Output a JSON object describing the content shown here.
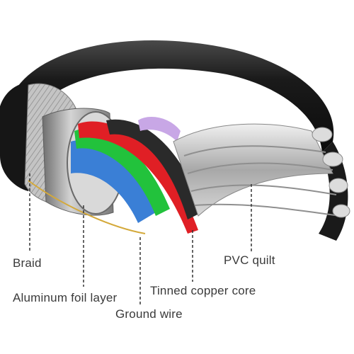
{
  "labels": {
    "braid": "Braid",
    "aluminum_foil": "Aluminum foil layer",
    "ground_wire": "Ground wire",
    "tinned_copper": "Tinned copper core",
    "pvc_quilt": "PVC quilt"
  },
  "colors": {
    "jacket": "#1c1c1c",
    "braid": "#b9b9b9",
    "foil": "#8e8e8e",
    "wire_red": "#e01f25",
    "wire_green": "#22c23c",
    "wire_blue": "#3a7fd6",
    "wire_black": "#2a2a2a",
    "wire_purple": "#c8a7e6",
    "copper_strand": "#c9c9c9",
    "label_text": "#3a3a3a"
  }
}
